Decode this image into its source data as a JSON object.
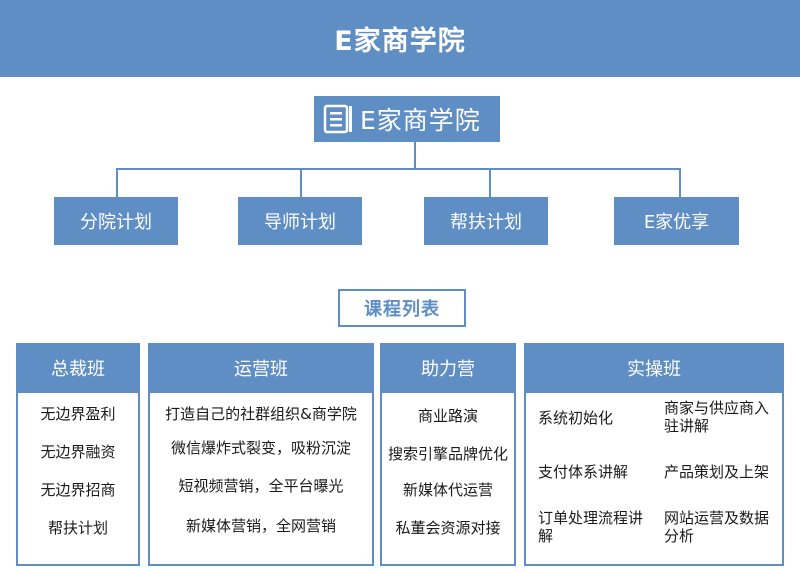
{
  "header": {
    "title": "E家商学院"
  },
  "logo": {
    "text": "E家商学院",
    "icon": "book-icon"
  },
  "plans": [
    "分院计划",
    "导师计划",
    "帮扶计划",
    "E家优享"
  ],
  "course_list": {
    "title": "课程列表"
  },
  "columns": [
    {
      "title": "总裁班",
      "items": [
        "无边界盈利",
        "无边界融资",
        "无边界招商",
        "帮扶计划"
      ]
    },
    {
      "title": "运营班",
      "items": [
        "打造自己的社群组织&商学院",
        "微信爆炸式裂变，吸粉沉淀",
        "短视频营销，全平台曝光",
        "新媒体营销，全网营销"
      ]
    },
    {
      "title": "助力营",
      "items": [
        "商业路演",
        "搜索引擎品牌优化",
        "新媒体代运营",
        "私董会资源对接"
      ]
    },
    {
      "title": "实操班",
      "items": [
        "系统初始化",
        "商家与供应商入驻讲解",
        "支付体系讲解",
        "产品策划及上架",
        "订单处理流程讲解",
        "网站运营及数据分析"
      ]
    }
  ],
  "colors": {
    "primary": "#5f8ec4",
    "text": "#1a1a1a",
    "background": "#ffffff"
  }
}
